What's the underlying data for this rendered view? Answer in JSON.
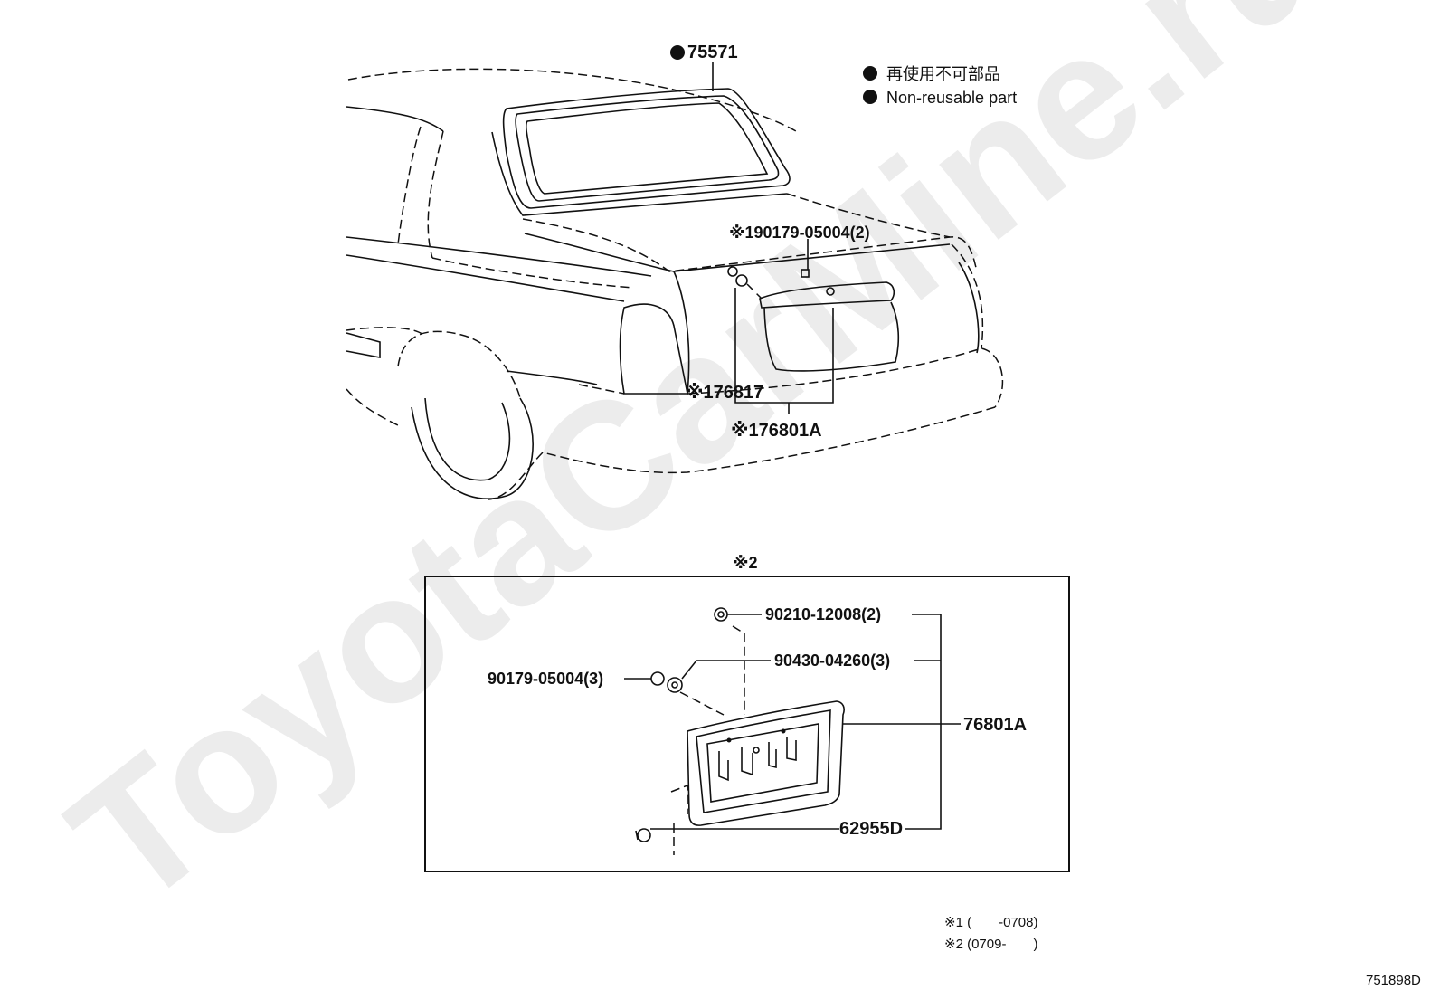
{
  "watermark": "ToyotaCarMine.ru",
  "legend": {
    "line1": "再使用不可部品",
    "line2": "Non-reusable part"
  },
  "parts": {
    "weatherstrip": "75571",
    "screw_top": "※190179-05004(2)",
    "cover_left": "※176817",
    "garnish_top": "※176801A",
    "variant2_mark": "※2",
    "nut": "90210-12008(2)",
    "clip": "90430-04260(3)",
    "screw_box": "90179-05004(3)",
    "garnish_box": "76801A",
    "bracket": "62955D"
  },
  "footnotes": {
    "note1": "※1 (　　-0708)",
    "note2": "※2 (0709-　　)"
  },
  "diagram_id": "751898D"
}
